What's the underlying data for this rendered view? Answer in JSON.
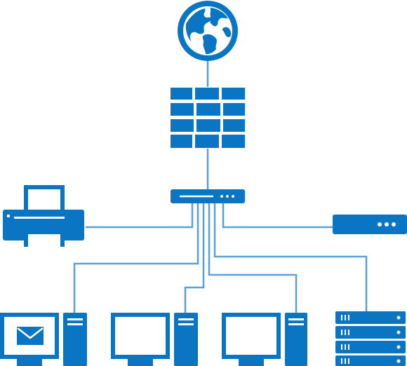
{
  "colors": {
    "icon": "#0a75c2",
    "line": "#5aa0d8",
    "background": "#ffffff"
  },
  "nodes": [
    {
      "id": "internet",
      "icon": "globe-icon"
    },
    {
      "id": "firewall",
      "icon": "brick-wall-icon"
    },
    {
      "id": "switch",
      "icon": "network-switch-icon"
    },
    {
      "id": "printer",
      "icon": "printer-icon"
    },
    {
      "id": "modem",
      "icon": "modem-icon"
    },
    {
      "id": "workstation-mail",
      "icon": "desktop-computer-mail-icon"
    },
    {
      "id": "workstation-2",
      "icon": "desktop-computer-icon"
    },
    {
      "id": "workstation-3",
      "icon": "desktop-computer-icon"
    },
    {
      "id": "server",
      "icon": "server-rack-icon"
    }
  ],
  "links": [
    [
      "internet",
      "firewall"
    ],
    [
      "firewall",
      "switch"
    ],
    [
      "switch",
      "printer"
    ],
    [
      "switch",
      "modem"
    ],
    [
      "switch",
      "workstation-mail"
    ],
    [
      "switch",
      "workstation-2"
    ],
    [
      "switch",
      "workstation-3"
    ],
    [
      "switch",
      "server"
    ]
  ]
}
